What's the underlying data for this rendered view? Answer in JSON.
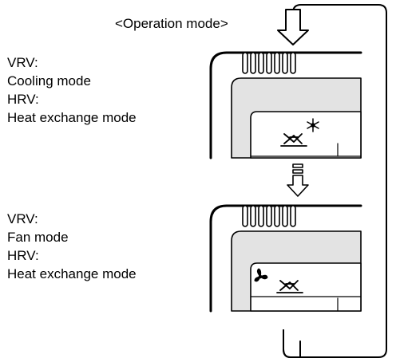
{
  "title": "<Operation mode>",
  "steps": [
    {
      "vrv_heading": "VRV:",
      "vrv_mode": "Cooling mode",
      "hrv_heading": "HRV:",
      "hrv_mode": "Heat exchange mode",
      "vrv_icon": "snowflake-icon",
      "hrv_icon": "heat-exchange-icon"
    },
    {
      "vrv_heading": "VRV:",
      "vrv_mode": "Fan mode",
      "hrv_heading": "HRV:",
      "hrv_mode": "Heat exchange mode",
      "vrv_icon": "fan-icon",
      "hrv_icon": "heat-exchange-icon"
    }
  ]
}
